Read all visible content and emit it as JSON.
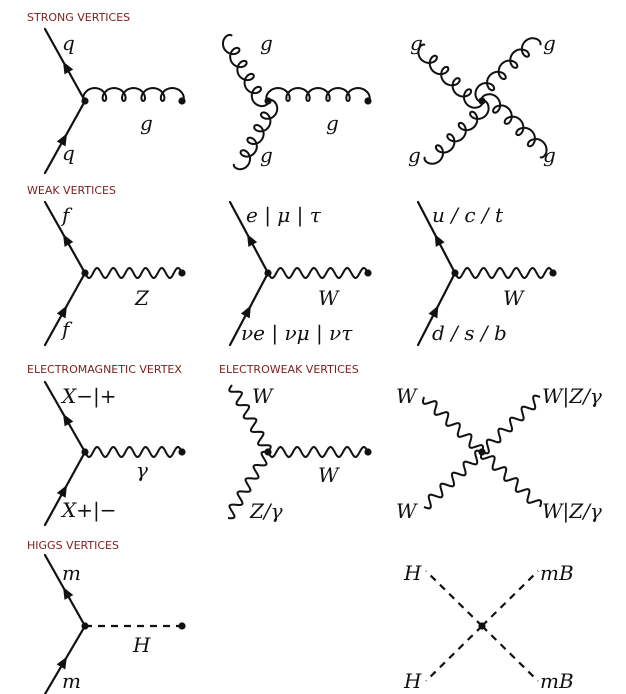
{
  "sections": {
    "strong": "STRONG VERTICES",
    "weak": "WEAK VERTICES",
    "electromagnetic": "ELECTROMAGNETIC VERTEX",
    "electroweak": "ELECTROWEAK VERTICES",
    "higgs": "HIGGS VERTICES"
  },
  "labels": {
    "strong_qg": {
      "top": "q",
      "bottom": "q",
      "boson": "g"
    },
    "strong_ggg": {
      "top": "g",
      "bottom": "g",
      "boson": "g"
    },
    "strong_gggg": {
      "tl": "g",
      "tr": "g",
      "bl": "g",
      "br": "g"
    },
    "weak_z": {
      "top": "f",
      "bottom": "f",
      "boson": "Z"
    },
    "weak_w_lepton": {
      "top": "e | μ | τ",
      "bottom": "νe | νμ | ντ",
      "boson": "W"
    },
    "weak_w_quark": {
      "top": "u / c / t",
      "bottom": "d / s / b",
      "boson": "W"
    },
    "em": {
      "top": "X−|+",
      "bottom": "X+|−",
      "boson": "γ"
    },
    "ew3": {
      "top": "W",
      "bottom": "Z/γ",
      "boson": "W"
    },
    "ew4": {
      "tl": "W",
      "tr": "W|Z/γ",
      "bl": "W",
      "br": "W|Z/γ"
    },
    "higgs3": {
      "top": "m",
      "bottom": "m",
      "boson": "H"
    },
    "higgs4": {
      "tl": "H",
      "bl": "H",
      "tr": "mB",
      "br": "mB"
    }
  }
}
